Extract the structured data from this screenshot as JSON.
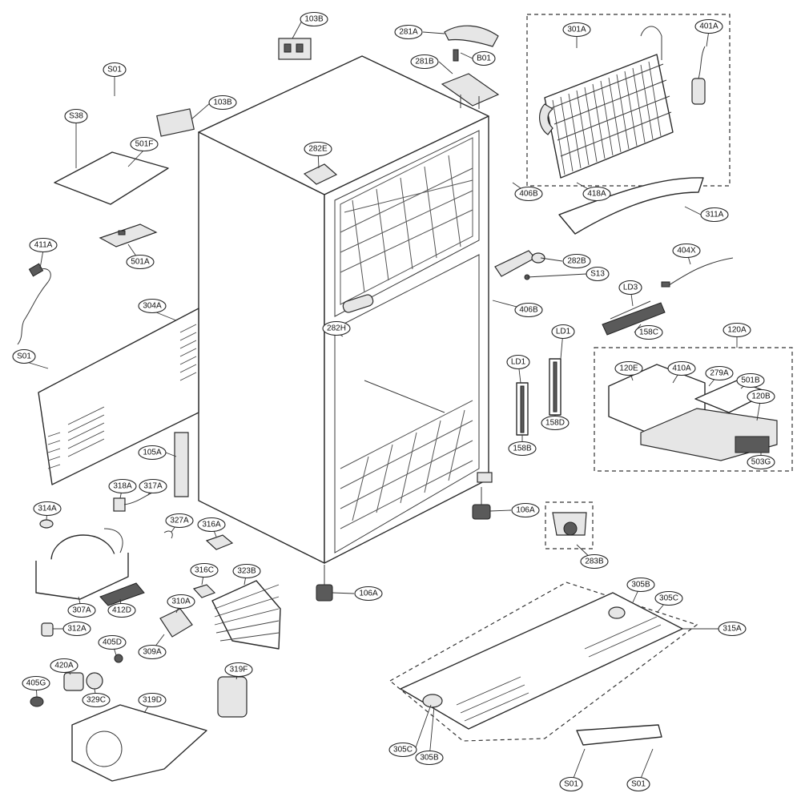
{
  "labels": {
    "l103B_1": "103B",
    "l103B_2": "103B",
    "lS01_1": "S01",
    "lS38": "S38",
    "l501F": "501F",
    "l501A": "501A",
    "l411A": "411A",
    "l304A": "304A",
    "lS01_2": "S01",
    "l282E": "282E",
    "l282H": "282H",
    "l281A": "281A",
    "l281B": "281B",
    "lB01": "B01",
    "l301A": "301A",
    "l401A": "401A",
    "l406B_1": "406B",
    "l418A": "418A",
    "l311A": "311A",
    "l282B": "282B",
    "lS13": "S13",
    "l404X": "404X",
    "lLD3": "LD3",
    "l158C": "158C",
    "l406B_2": "406B",
    "lLD1_1": "LD1",
    "lLD1_2": "LD1",
    "l158D": "158D",
    "l158B": "158B",
    "l120A": "120A",
    "l120E": "120E",
    "l410A": "410A",
    "l279A": "279A",
    "l501B": "501B",
    "l120B": "120B",
    "l503G": "503G",
    "l105A": "105A",
    "l318A": "318A",
    "l317A": "317A",
    "l314A": "314A",
    "l327A": "327A",
    "l316A": "316A",
    "l307A": "307A",
    "l412D": "412D",
    "l316C": "316C",
    "l323B": "323B",
    "l310A": "310A",
    "l312A": "312A",
    "l405D": "405D",
    "l309A": "309A",
    "l420A": "420A",
    "l405G": "405G",
    "l329C": "329C",
    "l319D": "319D",
    "l319F": "319F",
    "l106A_1": "106A",
    "l106A_2": "106A",
    "l283B": "283B",
    "l305B_1": "305B",
    "l305C_1": "305C",
    "l315A": "315A",
    "l305C_2": "305C",
    "l305B_2": "305B",
    "lS01_3": "S01",
    "lS01_4": "S01"
  }
}
